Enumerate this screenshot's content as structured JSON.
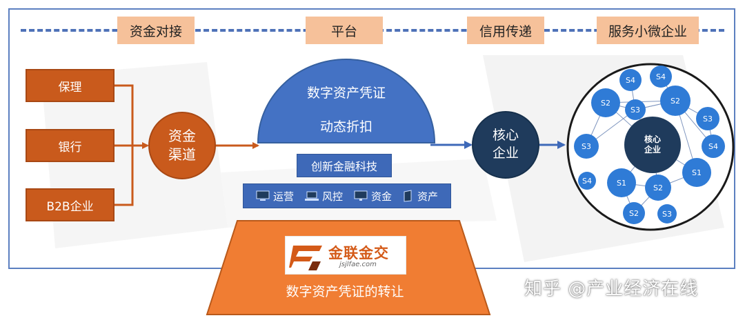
{
  "headers": {
    "funding": "资金对接",
    "platform": "平台",
    "credit": "信用传递",
    "service": "服务小微企业"
  },
  "sources": [
    "保理",
    "银行",
    "B2B企业"
  ],
  "channel": {
    "line1": "资金",
    "line2": "渠道"
  },
  "dome": {
    "line1": "数字资产凭证",
    "line2": "动态折扣"
  },
  "fintech": "创新金融科技",
  "features": [
    {
      "icon": "operations-monitor-icon",
      "label": "运营"
    },
    {
      "icon": "risk-laptop-icon",
      "label": "风控"
    },
    {
      "icon": "funds-monitor-icon",
      "label": "资金"
    },
    {
      "icon": "asset-book-icon",
      "label": "资产"
    }
  ],
  "core": {
    "line1": "核心",
    "line2": "企业"
  },
  "logo": {
    "name": "金联金交",
    "domain": "jsjlfae.com"
  },
  "base_label": "数字资产凭证的转让",
  "network": {
    "hub": {
      "line1": "核心",
      "line2": "企业"
    },
    "nodes": [
      "S4",
      "S4",
      "S2",
      "S3",
      "S2",
      "S3",
      "S3",
      "S4",
      "S1",
      "S4",
      "S1",
      "S2",
      "S2",
      "S3"
    ]
  },
  "watermark": "知乎 @产业经济在线",
  "colors": {
    "orange": "#c95a1c",
    "header_bg": "#f6c19a",
    "blue": "#3e69b8",
    "navy": "#1f3b5c",
    "node_blue": "#2f7bd6",
    "base_orange": "#f07d33"
  }
}
